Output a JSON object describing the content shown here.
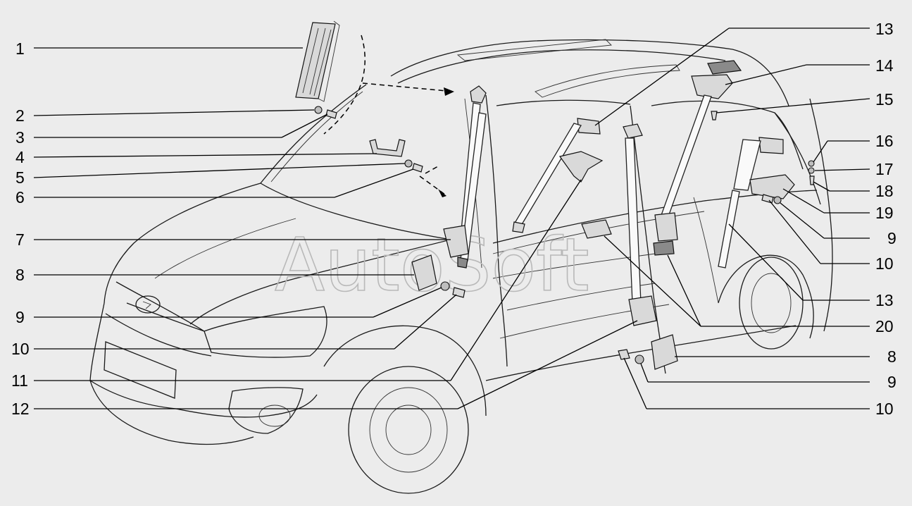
{
  "watermark": "AutoSoft",
  "callouts_left": [
    "1",
    "2",
    "3",
    "4",
    "5",
    "6",
    "7",
    "8",
    "9",
    "10",
    "11",
    "12"
  ],
  "callouts_right": [
    "13",
    "14",
    "15",
    "16",
    "17",
    "18",
    "19",
    "9",
    "10",
    "13",
    "20",
    "8",
    "9",
    "10"
  ],
  "colors": {
    "background": "#ececec",
    "line": "#000000",
    "watermark": "#b9b9b9"
  }
}
